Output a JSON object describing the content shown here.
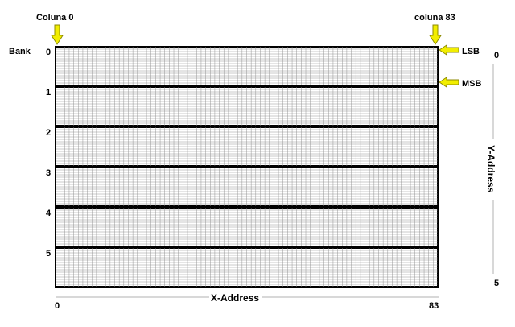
{
  "labels": {
    "col_start": "Coluna 0",
    "col_end": "coluna 83",
    "bank": "Bank",
    "lsb": "LSB",
    "msb": "MSB",
    "x_address": "X-Address",
    "y_address": "Y-Address",
    "x_start": "0",
    "x_end": "83",
    "y_start": "0",
    "y_end": "5"
  },
  "banks": [
    "0",
    "1",
    "2",
    "3",
    "4",
    "5"
  ],
  "grid": {
    "columns": 84,
    "rows_per_bank": 8
  },
  "colors": {
    "arrow_fill": "#f2ee00",
    "arrow_stroke": "#8c8a00",
    "grid_line": "#8a8a8a",
    "bank_border": "#000000"
  }
}
